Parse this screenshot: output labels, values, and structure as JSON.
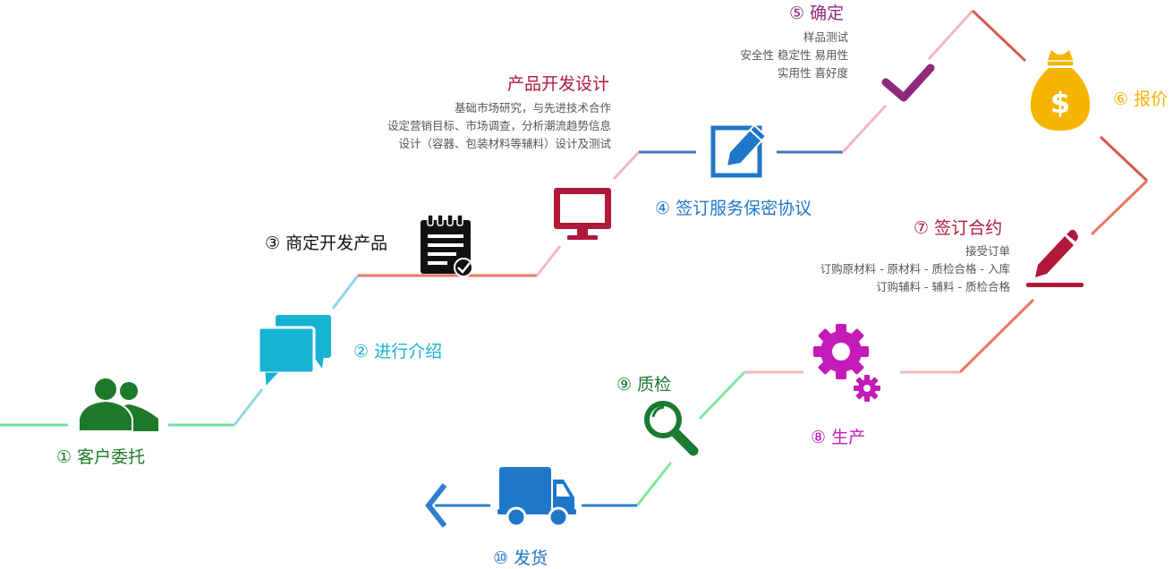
{
  "steps": {
    "s1": "① 客户委托",
    "s2": "② 进行介绍",
    "s3": "③ 商定开发产品",
    "s4": "④ 签订服务保密协议",
    "s5": "⑤ 确定",
    "s6": "⑥ 报价",
    "s7": "⑦ 签订合约",
    "s8": "⑧ 生产",
    "s9": "⑨ 质检",
    "s10": "⑩ 发货"
  },
  "product_dev": {
    "title": "产品开发设计",
    "lines": [
      "基础市场研究，与先进技术合作",
      "设定营销目标、市场调查，分析潮流趋势信息",
      "设计（容器、包装材料等辅料）设计及测试"
    ]
  },
  "confirm_desc": {
    "lines": [
      "样品测试",
      "安全性 稳定性 易用性",
      "实用性 喜好度"
    ]
  },
  "contract_desc": {
    "lines": [
      "接受订单",
      "订购原材料 - 原材料 - 质检合格 - 入库",
      "订购辅料 - 辅料 - 质检合格"
    ]
  },
  "icons": {
    "client": "users-icon",
    "intro": "chat-bubbles-icon",
    "product": "notepad-check-icon",
    "design": "monitor-icon",
    "agreement": "edit-square-icon",
    "confirm": "checkmark-icon",
    "quote": "money-bag-icon",
    "contract": "pen-sign-icon",
    "production": "gears-icon",
    "inspection": "magnifier-icon",
    "shipping": "truck-icon",
    "direction": "arrow-left-icon"
  },
  "colors": {
    "green": "#1e7a2a",
    "cyan": "#17b3d4",
    "black": "#111111",
    "crimson": "#b0193a",
    "blue": "#1f77c9",
    "purple": "#8e2a7b",
    "gold": "#f5b400",
    "magenta": "#c41ab8",
    "dark_green": "#1b7a32"
  }
}
